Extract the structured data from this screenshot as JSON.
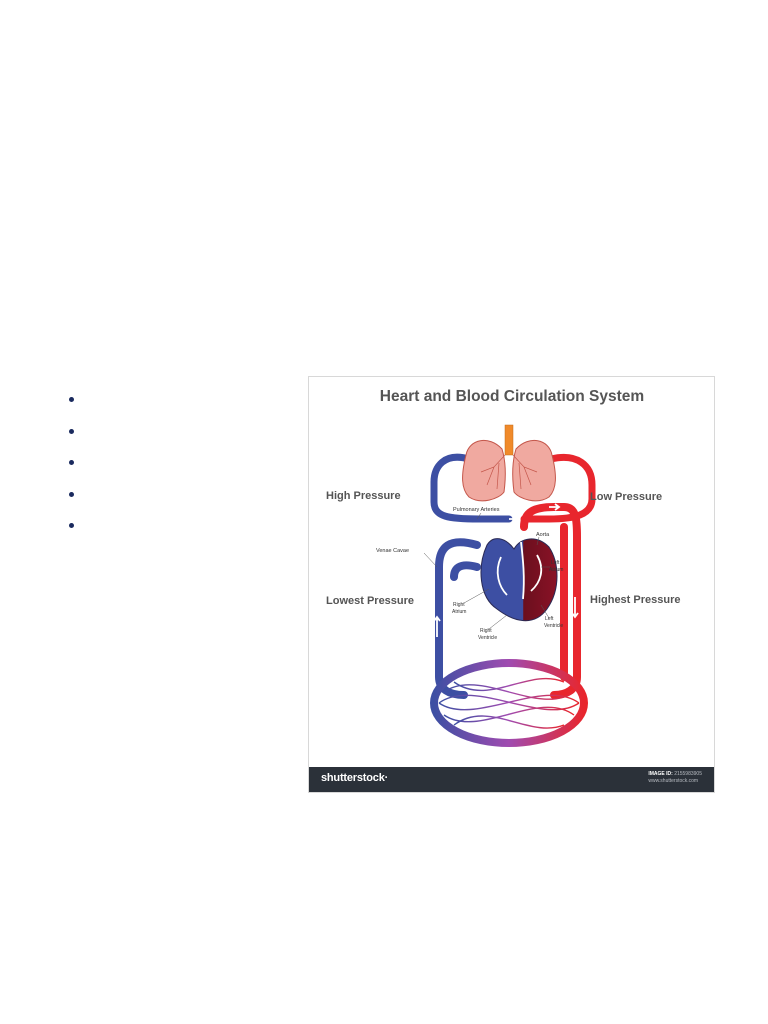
{
  "bullet_list": {
    "items": [
      "",
      "",
      "",
      "",
      ""
    ]
  },
  "figure": {
    "title": "Heart and Blood Circulation System",
    "labels": {
      "high_pressure": "High Pressure",
      "low_pressure": "Low Pressure",
      "lowest_pressure": "Lowest Pressure",
      "highest_pressure": "Highest Pressure",
      "pulmonary_arteries": "Pulmonary Arteries",
      "aorta": "Aorta",
      "venae_cavae": "Venae Cavae",
      "left_atrium_1": "Left",
      "left_atrium_2": "Atrium",
      "right_atrium_1": "Right",
      "right_atrium_2": "Atrium",
      "left_ventricle_1": "Left",
      "left_ventricle_2": "Ventricle",
      "right_ventricle_1": "Right",
      "right_ventricle_2": "Ventricle"
    },
    "colors": {
      "oxygenated": "#e8262d",
      "deoxygenated": "#3d4fa3",
      "lungs": "#f0a9a0",
      "trachea": "#f08a2a",
      "heart_dark": "#6b0f1e",
      "footer": "#2b3139"
    }
  },
  "footer": {
    "logo": "shutterstock·",
    "image_id_label": "IMAGE ID:",
    "image_id": "2155983905",
    "website": "www.shutterstock.com"
  }
}
